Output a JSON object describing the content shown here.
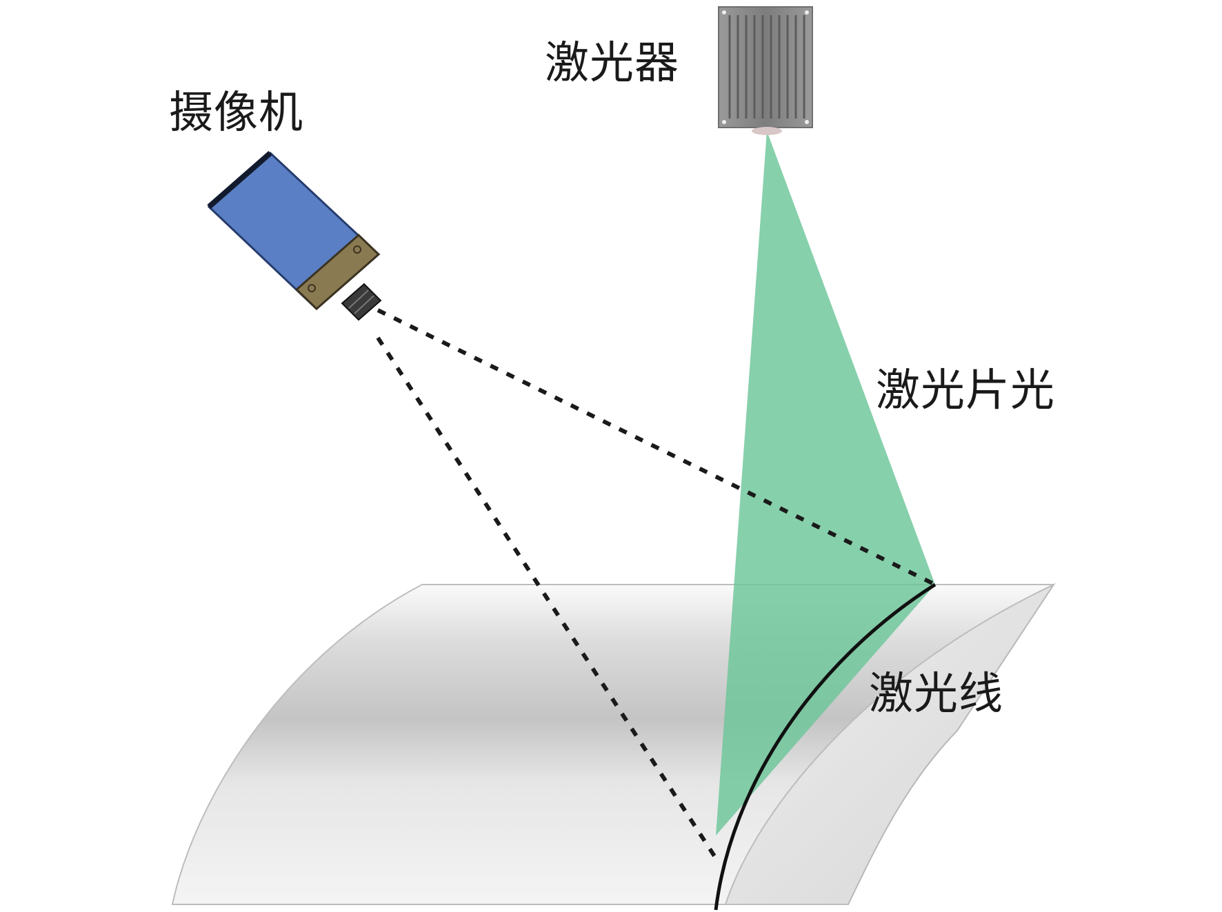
{
  "labels": {
    "camera": "摄像机",
    "laser": "激光器",
    "laser_sheet": "激光片光",
    "laser_line": "激光线"
  },
  "colors": {
    "camera_body": "#5a7fc4",
    "camera_plate": "#8a7a52",
    "laser_sheet": "#6cc69a",
    "laser_body": "#8c8c8c",
    "surface_light": "#f4f4f4",
    "surface_shadow": "#c8c8c8"
  }
}
